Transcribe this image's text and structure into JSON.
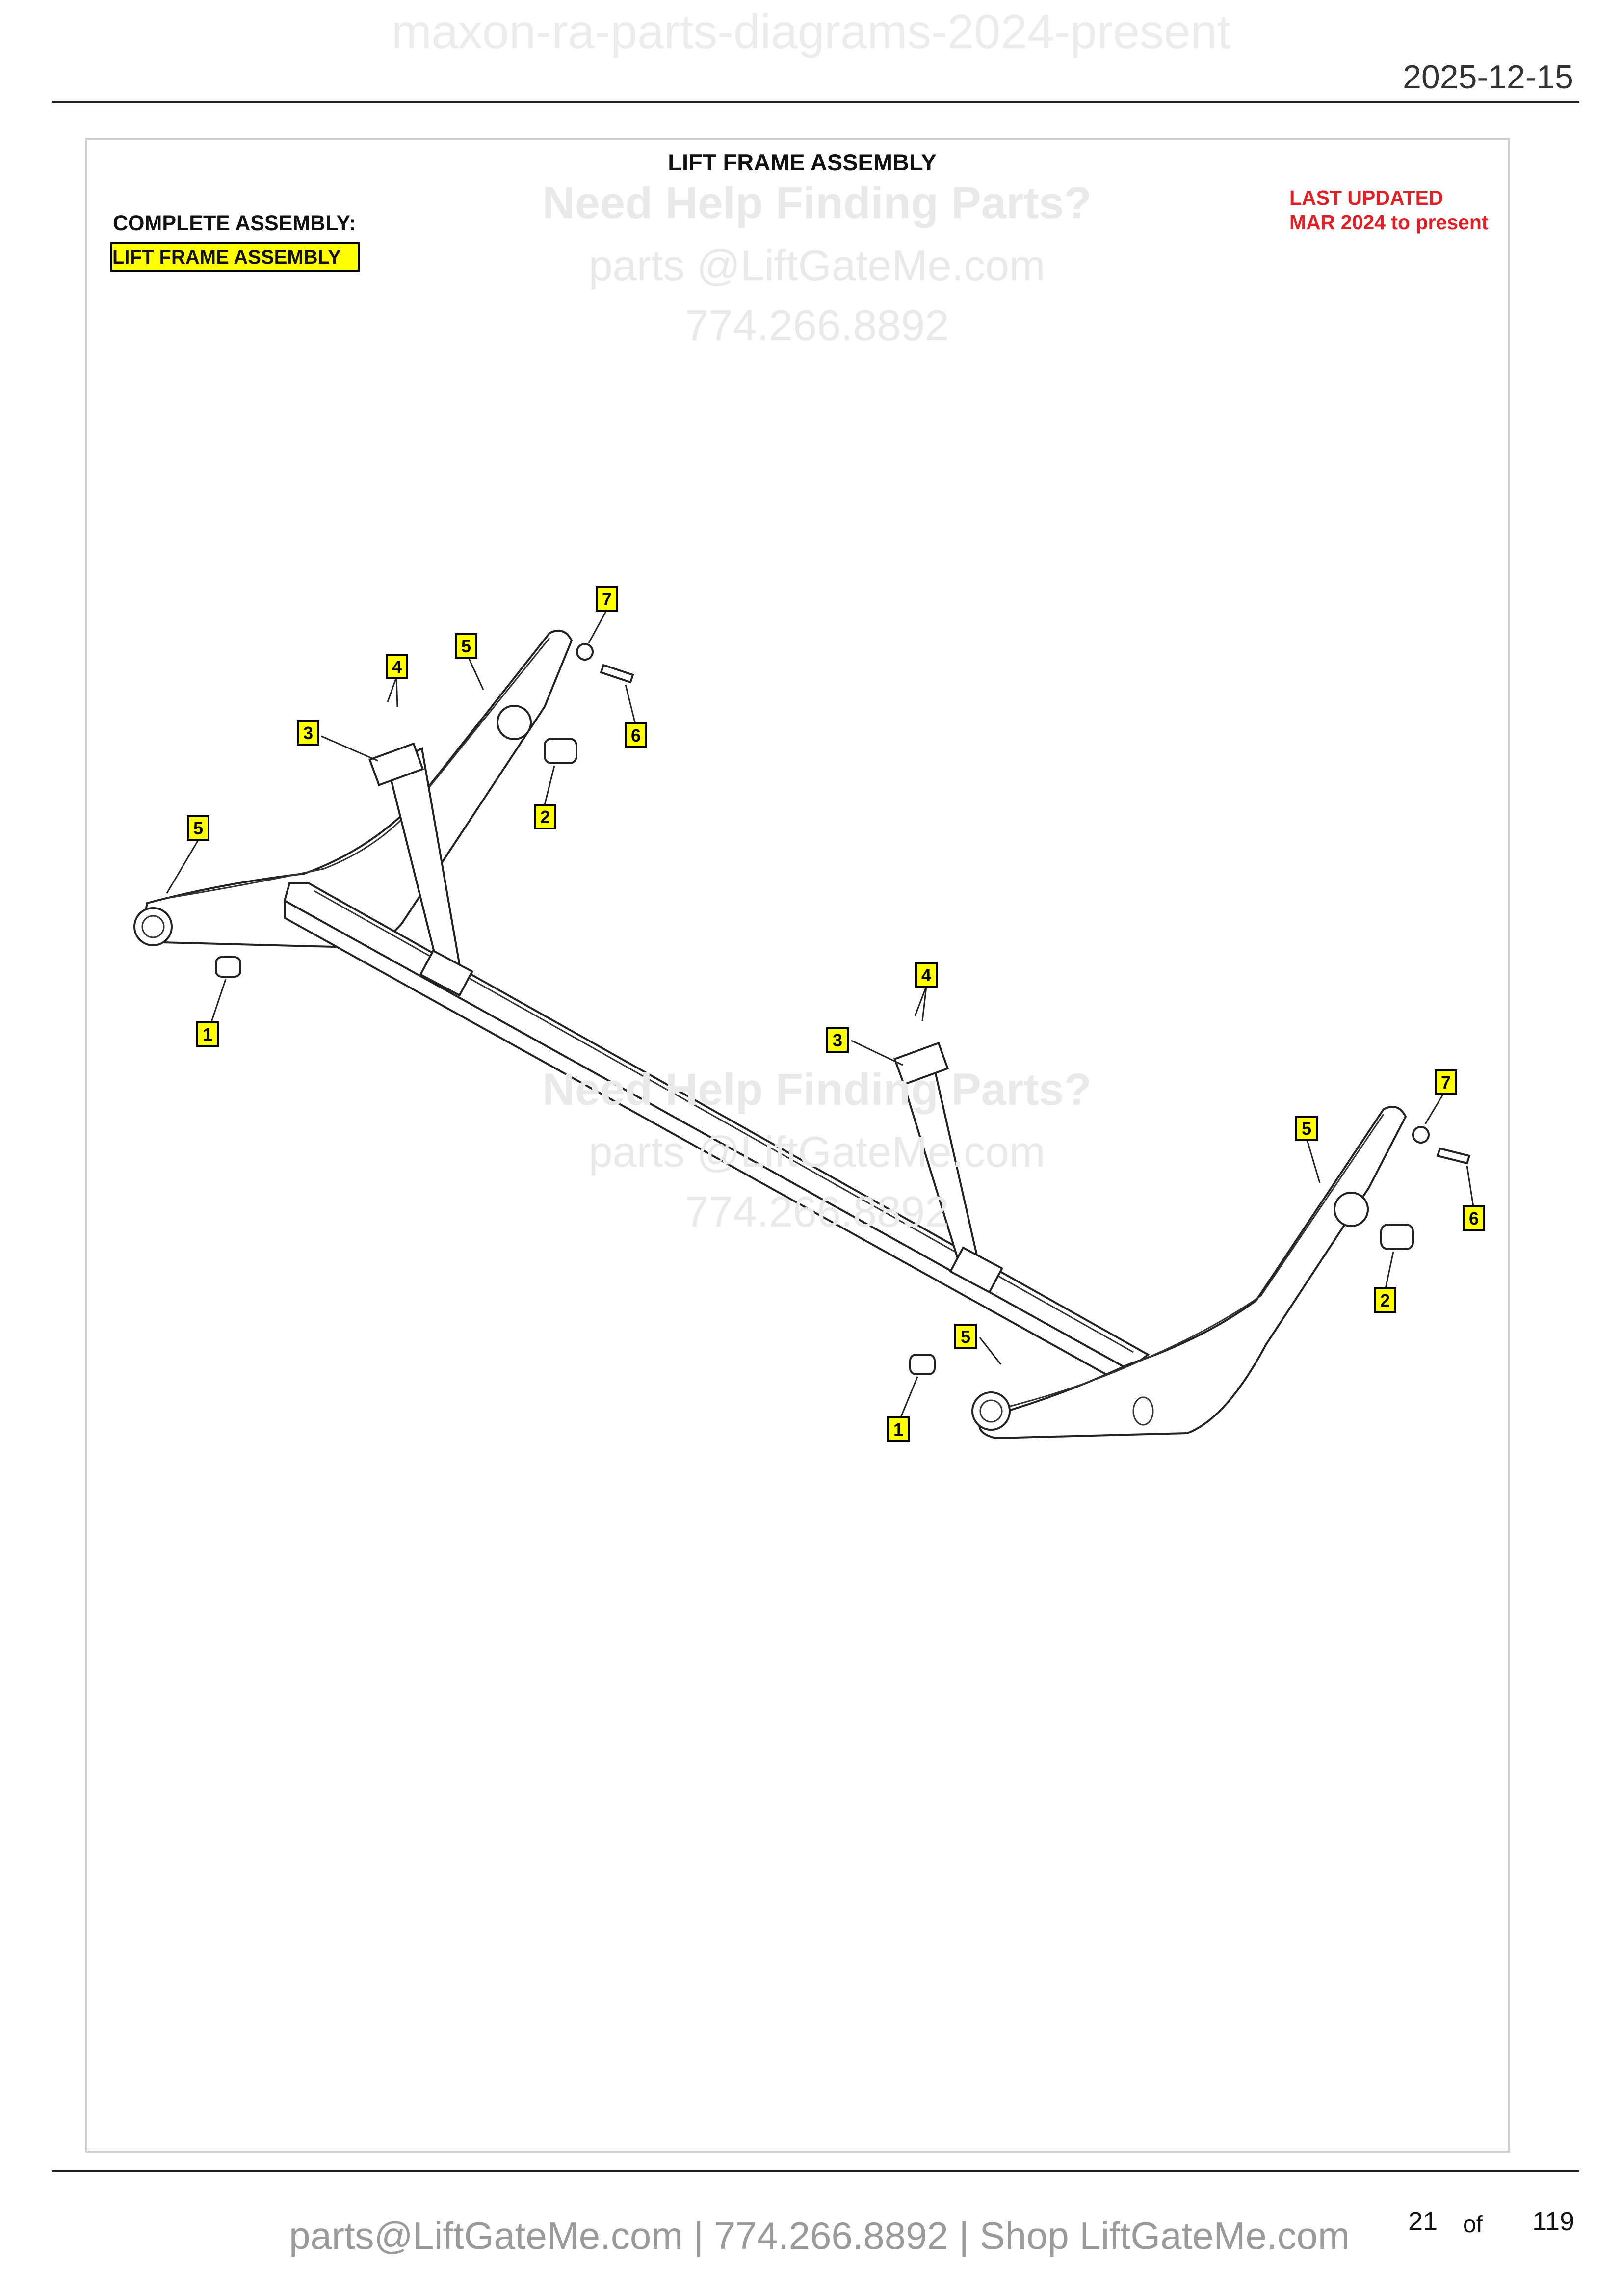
{
  "document": {
    "watermark": "maxon-ra-parts-diagrams-2024-present",
    "date": "2025-12-15"
  },
  "sheet": {
    "title": "LIFT FRAME ASSEMBLY",
    "complete_assembly_label": "COMPLETE ASSEMBLY:",
    "complete_assembly_value": "LIFT FRAME ASSEMBLY",
    "last_updated_label": "LAST UPDATED",
    "last_updated_value": "MAR 2024 to present"
  },
  "watermark": {
    "headline": "Need Help Finding Parts?",
    "email": "parts @LiftGateMe.com",
    "phone": "774.266.8892"
  },
  "callouts": [
    "7",
    "5",
    "4",
    "3",
    "6",
    "2",
    "5",
    "1",
    "4",
    "3",
    "7",
    "5",
    "6",
    "2",
    "5",
    "1"
  ],
  "footer": {
    "contact": "parts@LiftGateMe.com | 774.266.8892 | Shop LiftGateMe.com",
    "page": "21",
    "of": "of",
    "total": "119"
  },
  "colors": {
    "highlight": "#ffff00",
    "updated_red": "#e31e24",
    "watermark_gray": "#e9e9e9",
    "footer_gray": "#9a9a9a"
  }
}
